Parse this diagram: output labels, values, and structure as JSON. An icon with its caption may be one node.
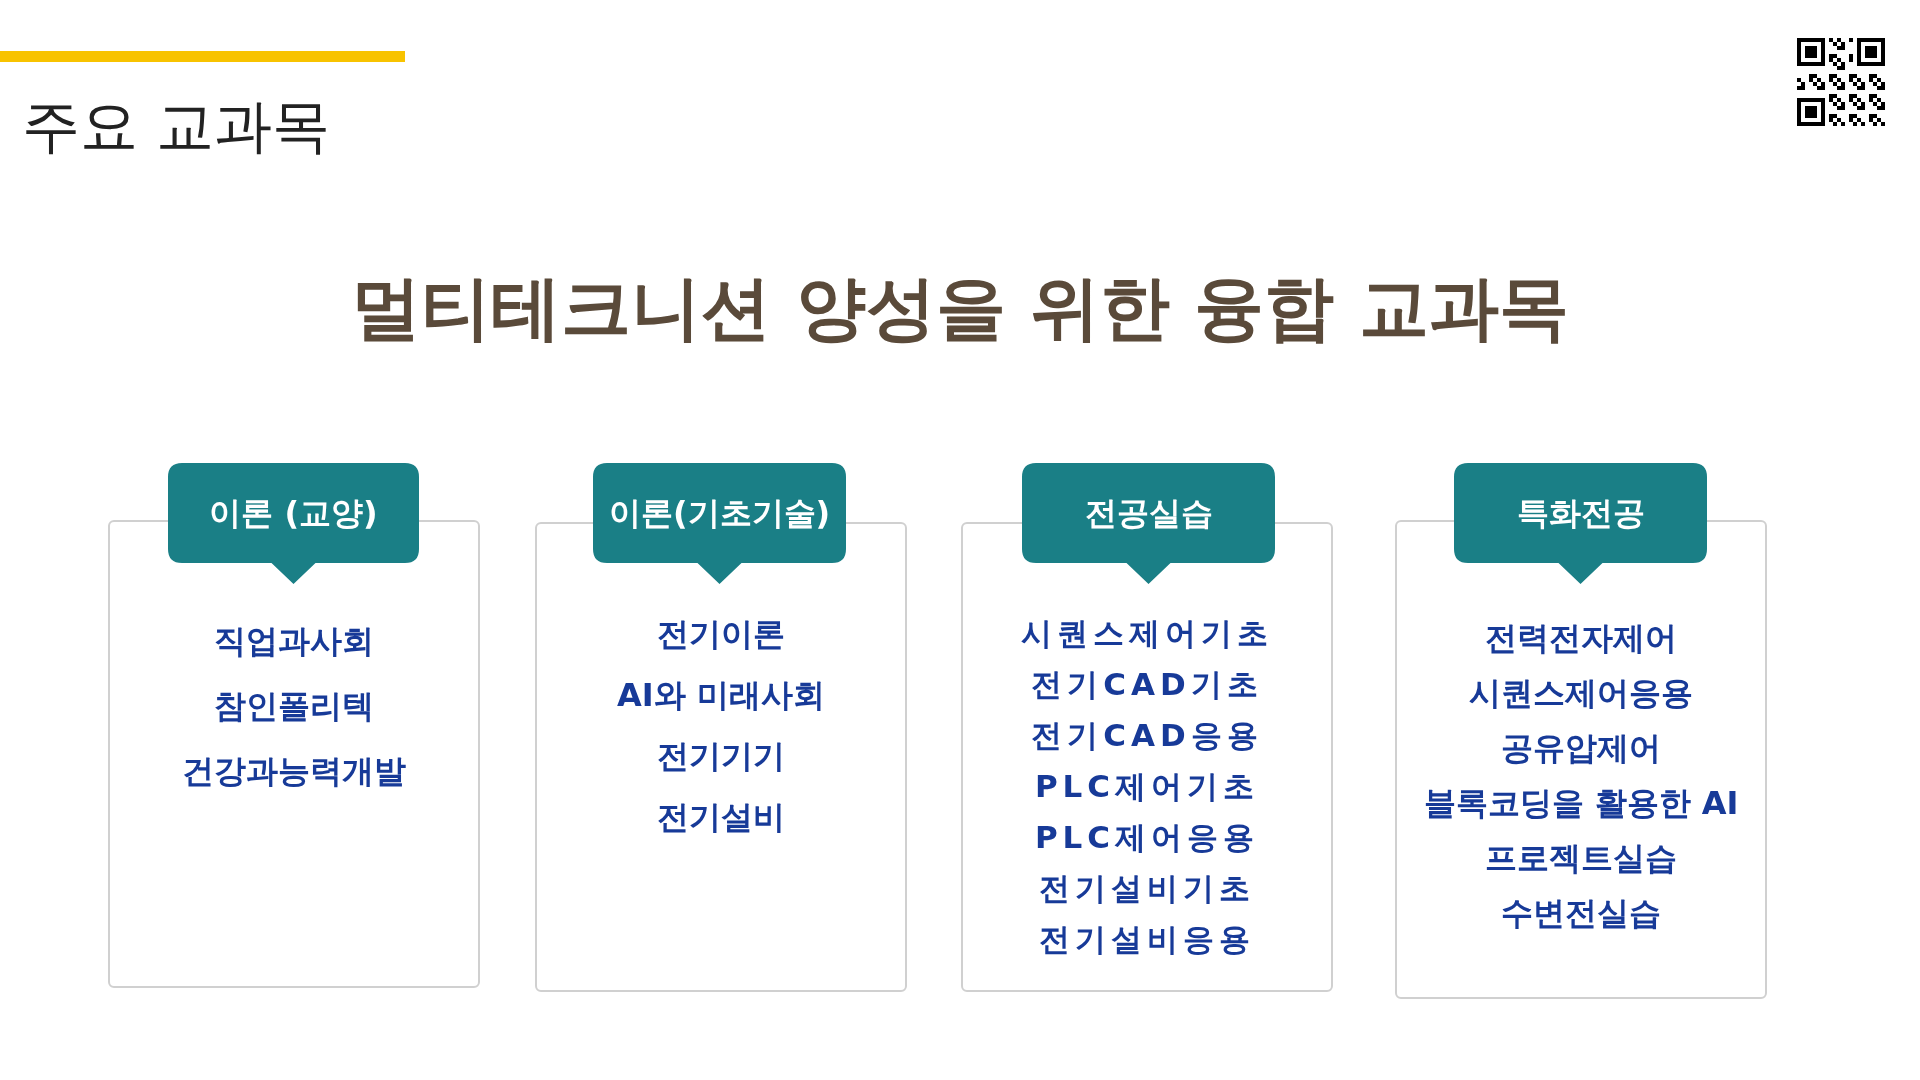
{
  "diagram": {
    "title": "멀티테크니션 양성을 위한 융합 교과목",
    "nodes": [
      {
        "text": [
          "이론 (교양)"
        ]
      },
      {
        "text": [
          "직업과사회",
          "참인폴리텍",
          "건강과능력개발"
        ]
      },
      {
        "text": [
          "이론(기초기술)"
        ]
      },
      {
        "text": [
          "전기이론",
          "AI와 미래사회",
          "전기기기",
          "전기설비"
        ]
      },
      {
        "text": [
          "전공실습"
        ]
      },
      {
        "text": [
          "시퀀스제어기초",
          "전기CAD기초",
          "전기CAD응용",
          "PLC제어기초",
          "PLC제어응용",
          "전기설비기초",
          "전기설비응용"
        ]
      },
      {
        "text": [
          "특화전공"
        ]
      },
      {
        "text": [
          "전력전자제어",
          "시퀀스제어응용",
          "공유압제어",
          "블록코딩을 활용한 AI",
          "프로젝트실습",
          "수변전실습"
        ]
      }
    ],
    "labels": [
      "주요 교과목"
    ]
  }
}
